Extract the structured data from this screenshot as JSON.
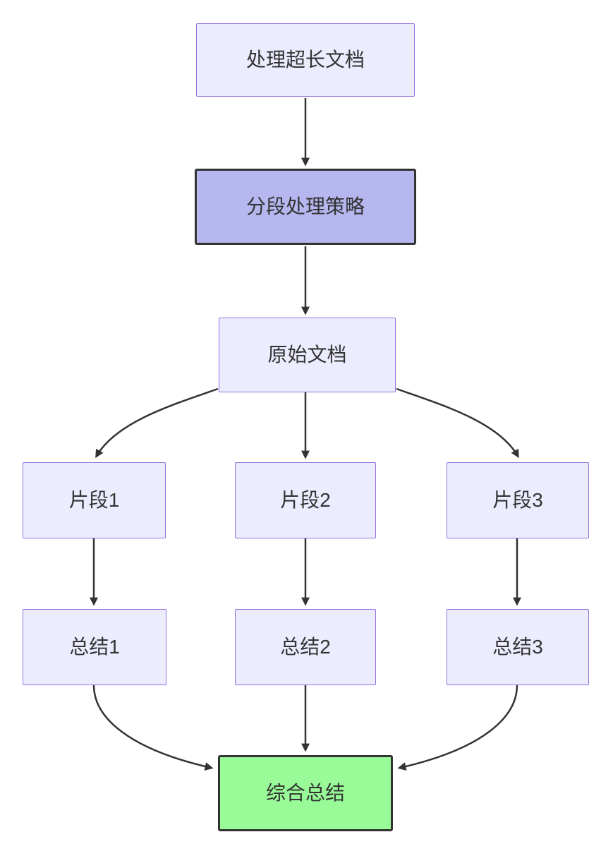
{
  "diagram": {
    "type": "flowchart",
    "direction": "top-down",
    "nodes": [
      {
        "id": "A",
        "label": "处理超长文档",
        "style": "default"
      },
      {
        "id": "B",
        "label": "分段处理策略",
        "style": "highlight"
      },
      {
        "id": "C",
        "label": "原始文档",
        "style": "default"
      },
      {
        "id": "D1",
        "label": "片段1",
        "style": "default"
      },
      {
        "id": "D2",
        "label": "片段2",
        "style": "default"
      },
      {
        "id": "D3",
        "label": "片段3",
        "style": "default"
      },
      {
        "id": "E1",
        "label": "总结1",
        "style": "default"
      },
      {
        "id": "E2",
        "label": "总结2",
        "style": "default"
      },
      {
        "id": "E3",
        "label": "总结3",
        "style": "default"
      },
      {
        "id": "F",
        "label": "综合总结",
        "style": "success"
      }
    ],
    "edges": [
      {
        "from": "处理超长文档",
        "to": "分段处理策略"
      },
      {
        "from": "分段处理策略",
        "to": "原始文档"
      },
      {
        "from": "原始文档",
        "to": "片段1"
      },
      {
        "from": "原始文档",
        "to": "片段2"
      },
      {
        "from": "原始文档",
        "to": "片段3"
      },
      {
        "from": "片段1",
        "to": "总结1"
      },
      {
        "from": "片段2",
        "to": "总结2"
      },
      {
        "from": "片段3",
        "to": "总结3"
      },
      {
        "from": "总结1",
        "to": "综合总结"
      },
      {
        "from": "总结2",
        "to": "综合总结"
      },
      {
        "from": "总结3",
        "to": "综合总结"
      }
    ]
  },
  "colors": {
    "node-fill": "#ECECFF",
    "node-border": "#9370DB",
    "highlight-fill": "#B7B7EF",
    "success-fill": "#98FB98",
    "dark-border": "#333333",
    "edge-color": "#333333",
    "text-color": "#333333"
  }
}
